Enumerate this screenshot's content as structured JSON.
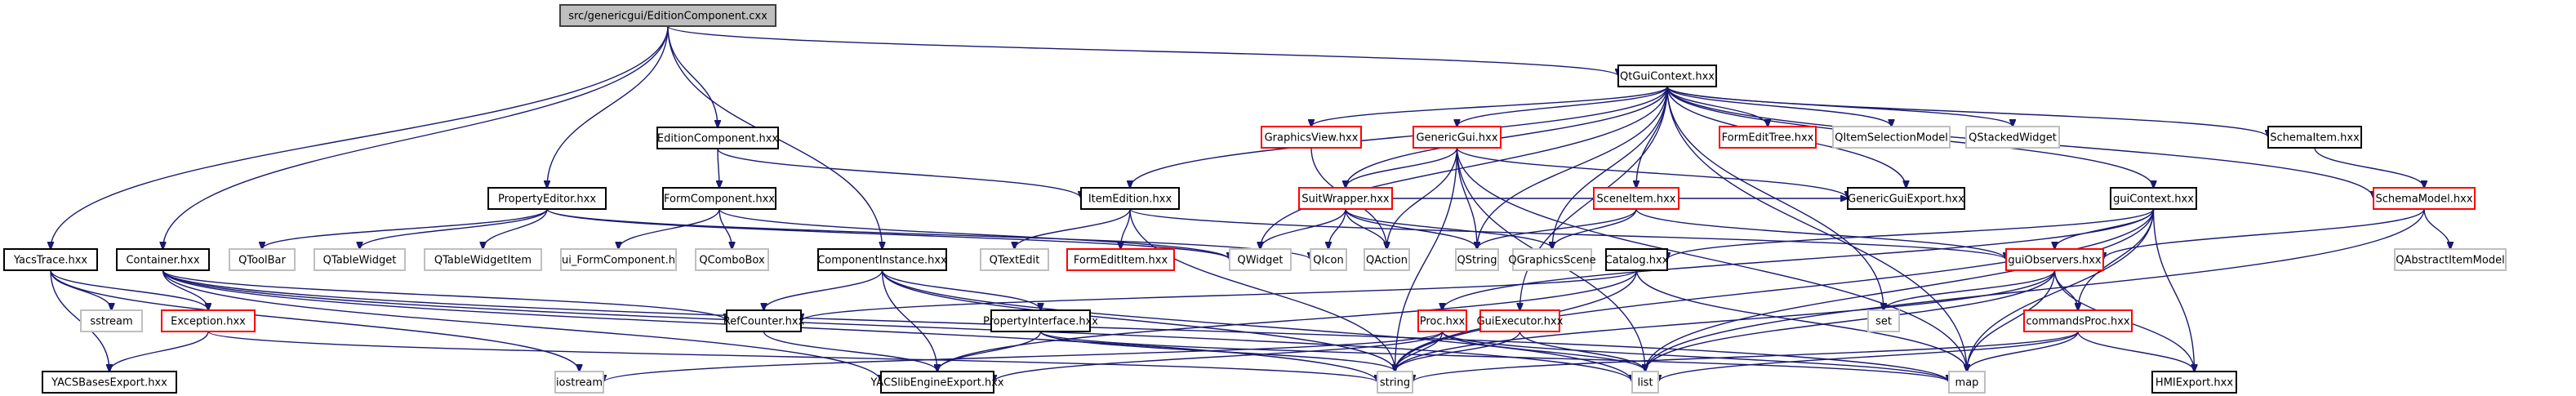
{
  "title": "src/genericgui/EditionComponent.cxx include dependency graph",
  "colors": {
    "edge": "#191970",
    "root_fill": "#bfbfbf",
    "normal_border": "#000000",
    "incomplete_border": "#ff0000",
    "external_border": "#bfbfbf"
  },
  "nodes": [
    {
      "id": "root",
      "label": "src/genericgui/EditionComponent.cxx",
      "kind": "root"
    },
    {
      "id": "QtGuiContext",
      "label": "QtGuiContext.hxx",
      "kind": "normal"
    },
    {
      "id": "EditionComponent_h",
      "label": "EditionComponent.hxx",
      "kind": "normal"
    },
    {
      "id": "PropertyEditor",
      "label": "PropertyEditor.hxx",
      "kind": "normal"
    },
    {
      "id": "FormComponent",
      "label": "FormComponent.hxx",
      "kind": "normal"
    },
    {
      "id": "ItemEdition",
      "label": "ItemEdition.hxx",
      "kind": "normal"
    },
    {
      "id": "GraphicsView",
      "label": "GraphicsView.hxx",
      "kind": "incomplete"
    },
    {
      "id": "GenericGui",
      "label": "GenericGui.hxx",
      "kind": "incomplete"
    },
    {
      "id": "FormEditTree",
      "label": "FormEditTree.hxx",
      "kind": "incomplete"
    },
    {
      "id": "QItemSelectionModel",
      "label": "QItemSelectionModel",
      "kind": "external"
    },
    {
      "id": "QStackedWidget",
      "label": "QStackedWidget",
      "kind": "external"
    },
    {
      "id": "SchemaItem",
      "label": "SchemaItem.hxx",
      "kind": "normal"
    },
    {
      "id": "SuitWrapper",
      "label": "SuitWrapper.hxx",
      "kind": "incomplete"
    },
    {
      "id": "SceneItem",
      "label": "SceneItem.hxx",
      "kind": "incomplete"
    },
    {
      "id": "GenericGuiExport",
      "label": "GenericGuiExport.hxx",
      "kind": "normal"
    },
    {
      "id": "guiContext",
      "label": "guiContext.hxx",
      "kind": "normal"
    },
    {
      "id": "SchemaModel",
      "label": "SchemaModel.hxx",
      "kind": "incomplete"
    },
    {
      "id": "YacsTrace",
      "label": "YacsTrace.hxx",
      "kind": "normal"
    },
    {
      "id": "Container",
      "label": "Container.hxx",
      "kind": "normal"
    },
    {
      "id": "QToolBar",
      "label": "QToolBar",
      "kind": "external"
    },
    {
      "id": "QTableWidget",
      "label": "QTableWidget",
      "kind": "external"
    },
    {
      "id": "QTableWidgetItem",
      "label": "QTableWidgetItem",
      "kind": "external"
    },
    {
      "id": "ui_FormComponent",
      "label": "ui_FormComponent.h",
      "kind": "external"
    },
    {
      "id": "QComboBox",
      "label": "QComboBox",
      "kind": "external"
    },
    {
      "id": "ComponentInstance",
      "label": "ComponentInstance.hxx",
      "kind": "normal"
    },
    {
      "id": "QTextEdit",
      "label": "QTextEdit",
      "kind": "external"
    },
    {
      "id": "FormEditItem",
      "label": "FormEditItem.hxx",
      "kind": "incomplete"
    },
    {
      "id": "QWidget",
      "label": "QWidget",
      "kind": "external"
    },
    {
      "id": "QIcon",
      "label": "QIcon",
      "kind": "external"
    },
    {
      "id": "QAction",
      "label": "QAction",
      "kind": "external"
    },
    {
      "id": "QString",
      "label": "QString",
      "kind": "external"
    },
    {
      "id": "QGraphicsScene",
      "label": "QGraphicsScene",
      "kind": "external"
    },
    {
      "id": "Catalog",
      "label": "Catalog.hxx",
      "kind": "normal"
    },
    {
      "id": "guiObservers",
      "label": "guiObservers.hxx",
      "kind": "incomplete"
    },
    {
      "id": "QAbstractItemModel",
      "label": "QAbstractItemModel",
      "kind": "external"
    },
    {
      "id": "sstream",
      "label": "sstream",
      "kind": "external"
    },
    {
      "id": "Exception",
      "label": "Exception.hxx",
      "kind": "incomplete"
    },
    {
      "id": "RefCounter",
      "label": "RefCounter.hxx",
      "kind": "normal"
    },
    {
      "id": "PropertyInterface",
      "label": "PropertyInterface.hxx",
      "kind": "normal"
    },
    {
      "id": "Proc",
      "label": "Proc.hxx",
      "kind": "incomplete"
    },
    {
      "id": "GuiExecutor",
      "label": "GuiExecutor.hxx",
      "kind": "incomplete"
    },
    {
      "id": "set",
      "label": "set",
      "kind": "external"
    },
    {
      "id": "commandsProc",
      "label": "commandsProc.hxx",
      "kind": "incomplete"
    },
    {
      "id": "YACSBasesExport",
      "label": "YACSBasesExport.hxx",
      "kind": "normal"
    },
    {
      "id": "iostream",
      "label": "iostream",
      "kind": "external"
    },
    {
      "id": "YACSlibEngineExport",
      "label": "YACSlibEngineExport.hxx",
      "kind": "normal"
    },
    {
      "id": "string",
      "label": "string",
      "kind": "external"
    },
    {
      "id": "list",
      "label": "list",
      "kind": "external"
    },
    {
      "id": "map",
      "label": "map",
      "kind": "external"
    },
    {
      "id": "HMIExport",
      "label": "HMIExport.hxx",
      "kind": "normal"
    }
  ],
  "edges": [
    [
      "root",
      "QtGuiContext"
    ],
    [
      "root",
      "EditionComponent_h"
    ],
    [
      "root",
      "PropertyEditor"
    ],
    [
      "root",
      "YacsTrace"
    ],
    [
      "root",
      "Container"
    ],
    [
      "root",
      "ComponentInstance"
    ],
    [
      "EditionComponent_h",
      "FormComponent"
    ],
    [
      "EditionComponent_h",
      "ItemEdition"
    ],
    [
      "PropertyEditor",
      "QToolBar"
    ],
    [
      "PropertyEditor",
      "QTableWidget"
    ],
    [
      "PropertyEditor",
      "QTableWidgetItem"
    ],
    [
      "PropertyEditor",
      "QIcon"
    ],
    [
      "PropertyEditor",
      "QWidget"
    ],
    [
      "FormComponent",
      "ui_FormComponent"
    ],
    [
      "FormComponent",
      "QComboBox"
    ],
    [
      "FormComponent",
      "QWidget"
    ],
    [
      "ItemEdition",
      "QTextEdit"
    ],
    [
      "ItemEdition",
      "FormEditItem"
    ],
    [
      "ItemEdition",
      "string"
    ],
    [
      "ItemEdition",
      "guiObservers"
    ],
    [
      "QtGuiContext",
      "ItemEdition"
    ],
    [
      "QtGuiContext",
      "GraphicsView"
    ],
    [
      "QtGuiContext",
      "GenericGui"
    ],
    [
      "QtGuiContext",
      "FormEditTree"
    ],
    [
      "QtGuiContext",
      "QItemSelectionModel"
    ],
    [
      "QtGuiContext",
      "QStackedWidget"
    ],
    [
      "QtGuiContext",
      "SchemaItem"
    ],
    [
      "QtGuiContext",
      "SuitWrapper"
    ],
    [
      "QtGuiContext",
      "SceneItem"
    ],
    [
      "QtGuiContext",
      "GenericGuiExport"
    ],
    [
      "QtGuiContext",
      "guiContext"
    ],
    [
      "QtGuiContext",
      "SchemaModel"
    ],
    [
      "QtGuiContext",
      "QWidget"
    ],
    [
      "QtGuiContext",
      "QString"
    ],
    [
      "QtGuiContext",
      "QGraphicsScene"
    ],
    [
      "QtGuiContext",
      "set"
    ],
    [
      "QtGuiContext",
      "map"
    ],
    [
      "QtGuiContext",
      "GuiExecutor"
    ],
    [
      "GraphicsView",
      "QAction"
    ],
    [
      "GenericGui",
      "SuitWrapper"
    ],
    [
      "GenericGui",
      "QAction"
    ],
    [
      "GenericGui",
      "QString"
    ],
    [
      "GenericGui",
      "GenericGuiExport"
    ],
    [
      "GenericGui",
      "string"
    ],
    [
      "GenericGui",
      "list"
    ],
    [
      "GenericGui",
      "map"
    ],
    [
      "SuitWrapper",
      "QWidget"
    ],
    [
      "SuitWrapper",
      "QIcon"
    ],
    [
      "SuitWrapper",
      "QAction"
    ],
    [
      "SuitWrapper",
      "QString"
    ],
    [
      "SuitWrapper",
      "GenericGuiExport"
    ],
    [
      "SuitWrapper",
      "QGraphicsScene"
    ],
    [
      "SceneItem",
      "QString"
    ],
    [
      "SceneItem",
      "QGraphicsScene"
    ],
    [
      "SceneItem",
      "guiObservers"
    ],
    [
      "SchemaItem",
      "SchemaModel"
    ],
    [
      "SchemaModel",
      "guiObservers"
    ],
    [
      "SchemaModel",
      "QAbstractItemModel"
    ],
    [
      "SchemaModel",
      "list"
    ],
    [
      "guiContext",
      "guiObservers"
    ],
    [
      "guiContext",
      "commandsProc"
    ],
    [
      "guiContext",
      "Catalog"
    ],
    [
      "guiContext",
      "Proc"
    ],
    [
      "guiContext",
      "string"
    ],
    [
      "guiContext",
      "list"
    ],
    [
      "guiContext",
      "map"
    ],
    [
      "guiContext",
      "HMIExport"
    ],
    [
      "guiObservers",
      "set"
    ],
    [
      "guiObservers",
      "commandsProc"
    ],
    [
      "guiObservers",
      "string"
    ],
    [
      "guiObservers",
      "list"
    ],
    [
      "guiObservers",
      "map"
    ],
    [
      "guiObservers",
      "HMIExport"
    ],
    [
      "commandsProc",
      "string"
    ],
    [
      "commandsProc",
      "list"
    ],
    [
      "commandsProc",
      "map"
    ],
    [
      "commandsProc",
      "HMIExport"
    ],
    [
      "Catalog",
      "RefCounter"
    ],
    [
      "Catalog",
      "YACSlibEngineExport"
    ],
    [
      "Catalog",
      "string"
    ],
    [
      "Catalog",
      "map"
    ],
    [
      "YacsTrace",
      "sstream"
    ],
    [
      "YacsTrace",
      "Exception"
    ],
    [
      "YacsTrace",
      "YACSBasesExport"
    ],
    [
      "YacsTrace",
      "iostream"
    ],
    [
      "Container",
      "Exception"
    ],
    [
      "Container",
      "RefCounter"
    ],
    [
      "Container",
      "YACSlibEngineExport"
    ],
    [
      "Container",
      "string"
    ],
    [
      "Container",
      "list"
    ],
    [
      "Container",
      "map"
    ],
    [
      "Exception",
      "YACSBasesExport"
    ],
    [
      "Exception",
      "string"
    ],
    [
      "ComponentInstance",
      "RefCounter"
    ],
    [
      "ComponentInstance",
      "PropertyInterface"
    ],
    [
      "ComponentInstance",
      "YACSlibEngineExport"
    ],
    [
      "ComponentInstance",
      "string"
    ],
    [
      "ComponentInstance",
      "list"
    ],
    [
      "RefCounter",
      "YACSlibEngineExport"
    ],
    [
      "PropertyInterface",
      "YACSlibEngineExport"
    ],
    [
      "PropertyInterface",
      "string"
    ],
    [
      "PropertyInterface",
      "map"
    ],
    [
      "Proc",
      "YACSlibEngineExport"
    ],
    [
      "Proc",
      "iostream"
    ],
    [
      "Proc",
      "string"
    ],
    [
      "Proc",
      "list"
    ],
    [
      "Proc",
      "map"
    ],
    [
      "GuiExecutor",
      "string"
    ],
    [
      "GuiExecutor",
      "list"
    ]
  ]
}
